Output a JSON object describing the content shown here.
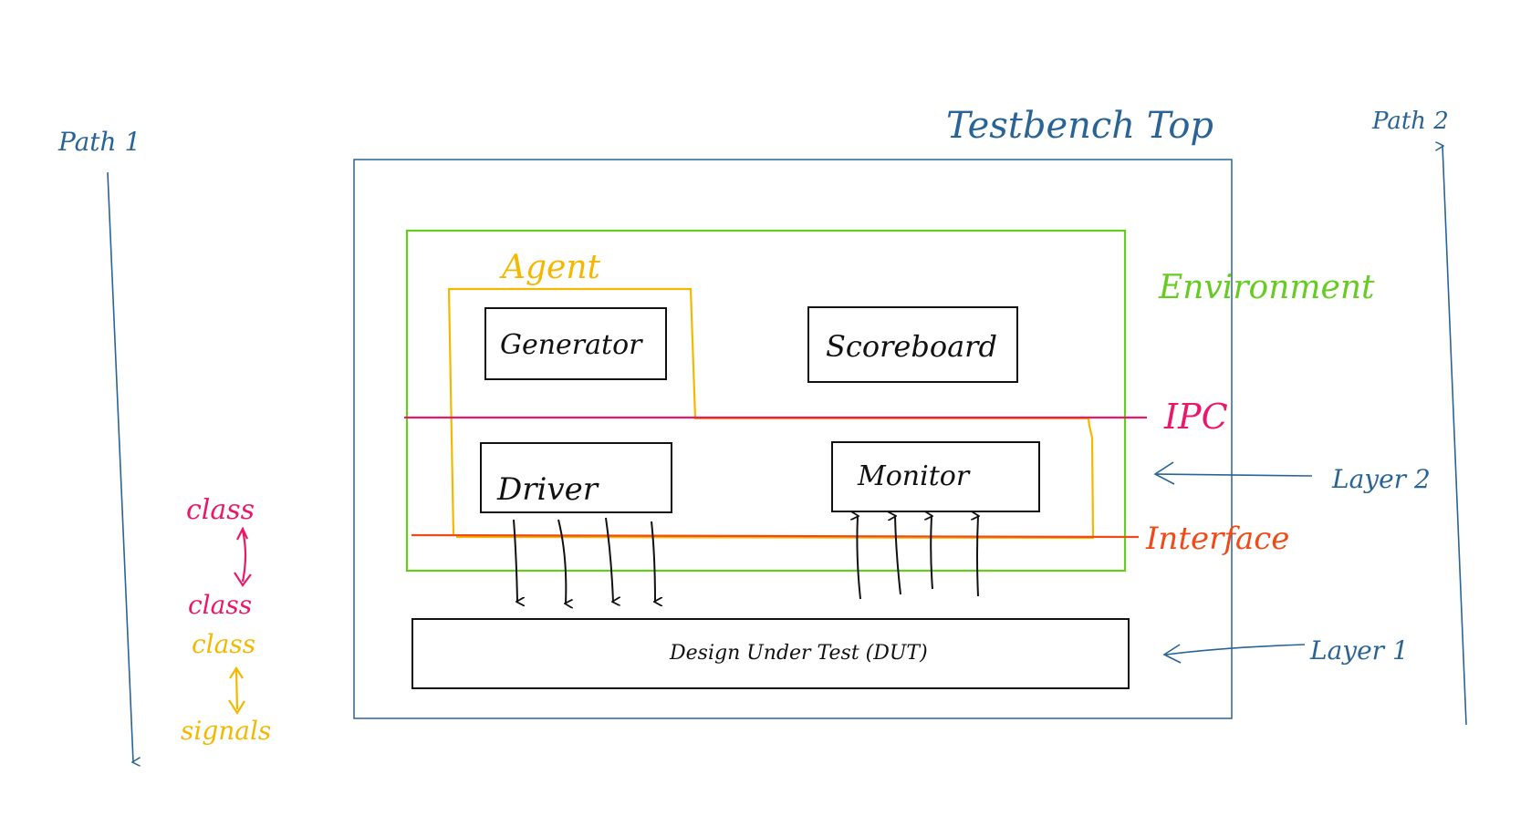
{
  "title": "Testbench Top",
  "paths": {
    "path1": "Path 1",
    "path2": "Path 2"
  },
  "layers": {
    "layer1": "Layer 1",
    "layer2": "Layer 2"
  },
  "regions": {
    "environment": "Environment",
    "agent": "Agent",
    "ipc": "IPC",
    "interface": "Interface"
  },
  "blocks": {
    "generator": "Generator",
    "scoreboard": "Scoreboard",
    "driver": "Driver",
    "monitor": "Monitor",
    "dut": "Design Under Test (DUT)"
  },
  "legend": {
    "class_top": "class",
    "class_middle": "class",
    "class_bottom": "class",
    "signals": "signals"
  },
  "colors": {
    "blue": "#2a6496",
    "green": "#66cc22",
    "yellow": "#f5b800",
    "pink": "#e8196b",
    "red": "#f04a16",
    "black": "#111111"
  }
}
